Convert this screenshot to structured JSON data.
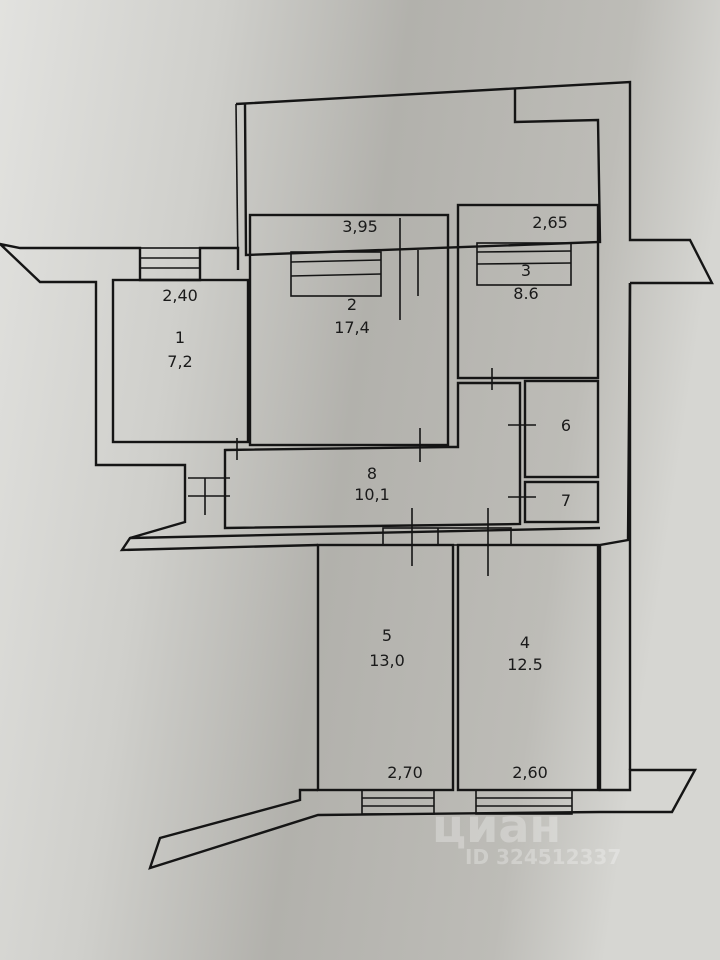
{
  "plan": {
    "rooms": [
      {
        "number": "1",
        "area": "7,2",
        "width": "2,40"
      },
      {
        "number": "2",
        "area": "17,4",
        "width": "3,95"
      },
      {
        "number": "3",
        "area": "8.6",
        "width": "2,65"
      },
      {
        "number": "4",
        "area": "12.5",
        "width": "2,60"
      },
      {
        "number": "5",
        "area": "13,0",
        "width": "2,70"
      },
      {
        "number": "6"
      },
      {
        "number": "7"
      },
      {
        "number": "8",
        "area": "10,1"
      }
    ]
  },
  "watermark": {
    "brand": "циан",
    "id": "ID 324512337"
  },
  "colors": {
    "paper_light": "#dcdcd9",
    "paper_shadow": "#a9a8a3",
    "line": "#151515"
  }
}
